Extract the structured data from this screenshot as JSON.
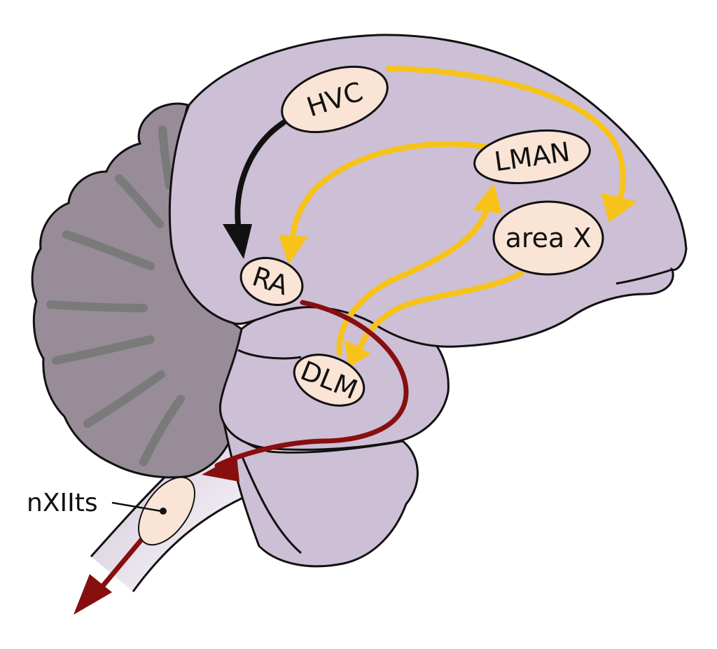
{
  "diagram": {
    "nuclei": {
      "hvc": "HVC",
      "lman": "LMAN",
      "area_x": "area X",
      "ra": "RA",
      "dlm": "DLM",
      "nxiits": "nXIIts"
    },
    "colors": {
      "brain_fill": "#cdbfd5",
      "cerebellum_fill": "#978c97",
      "cerebellum_stroke": "#7a7a7a",
      "nucleus_fill": "#fae4d6",
      "motor_pathway": "#111111",
      "anterior_forebrain_pathway": "#f7c31a",
      "descending_pathway": "#870f0f"
    }
  }
}
